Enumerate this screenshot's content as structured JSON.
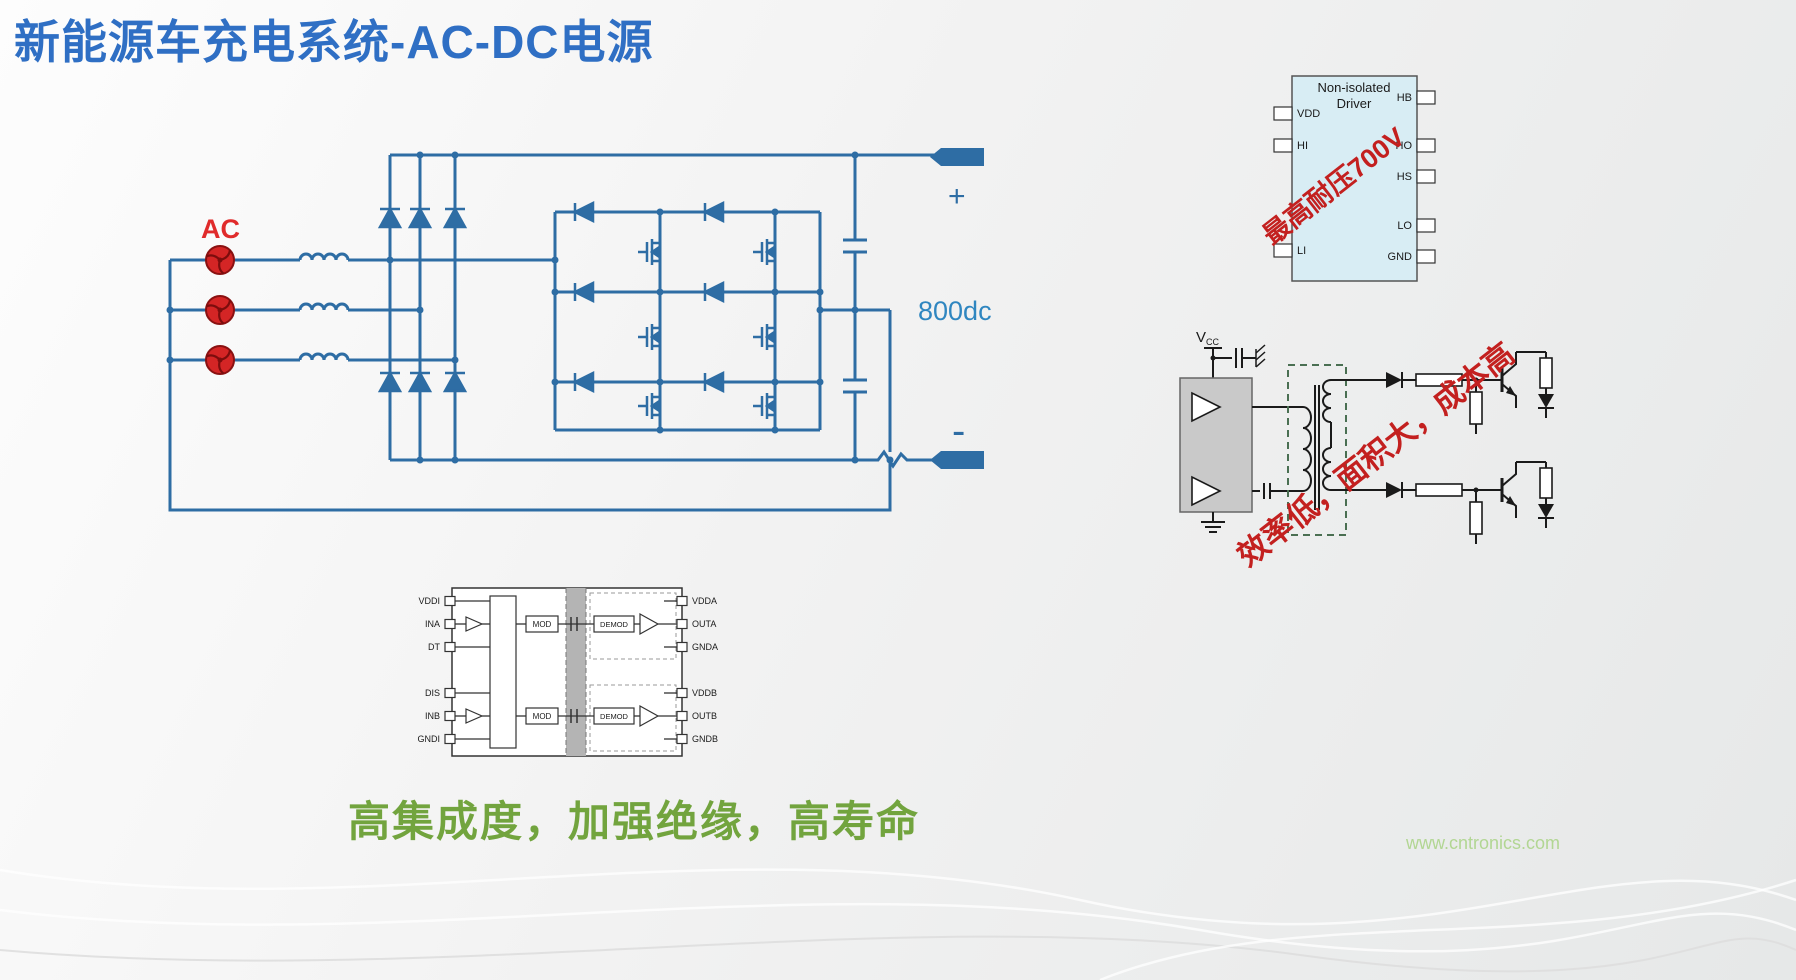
{
  "page": {
    "title": "新能源车充电系统-AC-DC电源",
    "footer_text": "高集成度，加强绝缘，高寿命",
    "watermark": "www.cntronics.com",
    "title_color": "#2f6fc4",
    "footer_color": "#72a43e"
  },
  "main_circuit": {
    "ac_label": "AC",
    "plus_label": "+",
    "minus_label": "-",
    "dc_label": "800dc",
    "wire_color": "#2e6da4",
    "ac_label_color": "#e02b2b",
    "dc_label_color": "#2f86c0"
  },
  "nonisolated_driver": {
    "title_line1": "Non-isolated",
    "title_line2": "Driver",
    "left_pins": [
      "VDD",
      "HI",
      "LI"
    ],
    "right_pins": [
      "HB",
      "HO",
      "HS",
      "LO",
      "GND"
    ],
    "annotation": "最高耐压700V",
    "annotation_color": "#c3201f",
    "body_color": "#d8edf4"
  },
  "discrete_driver": {
    "vcc_label": "V",
    "vcc_sub": "CC",
    "annotation": "效率低，面积大，成本高",
    "annotation_color": "#c3201f"
  },
  "isolated_driver_ic": {
    "left_pins": [
      "VDDI",
      "INA",
      "DT",
      "DIS",
      "INB",
      "GNDI"
    ],
    "right_pins": [
      "VDDA",
      "OUTA",
      "GNDA",
      "VDDB",
      "OUTB",
      "GNDB"
    ],
    "mod_label": "MOD",
    "demod_label": "DEMOD"
  }
}
